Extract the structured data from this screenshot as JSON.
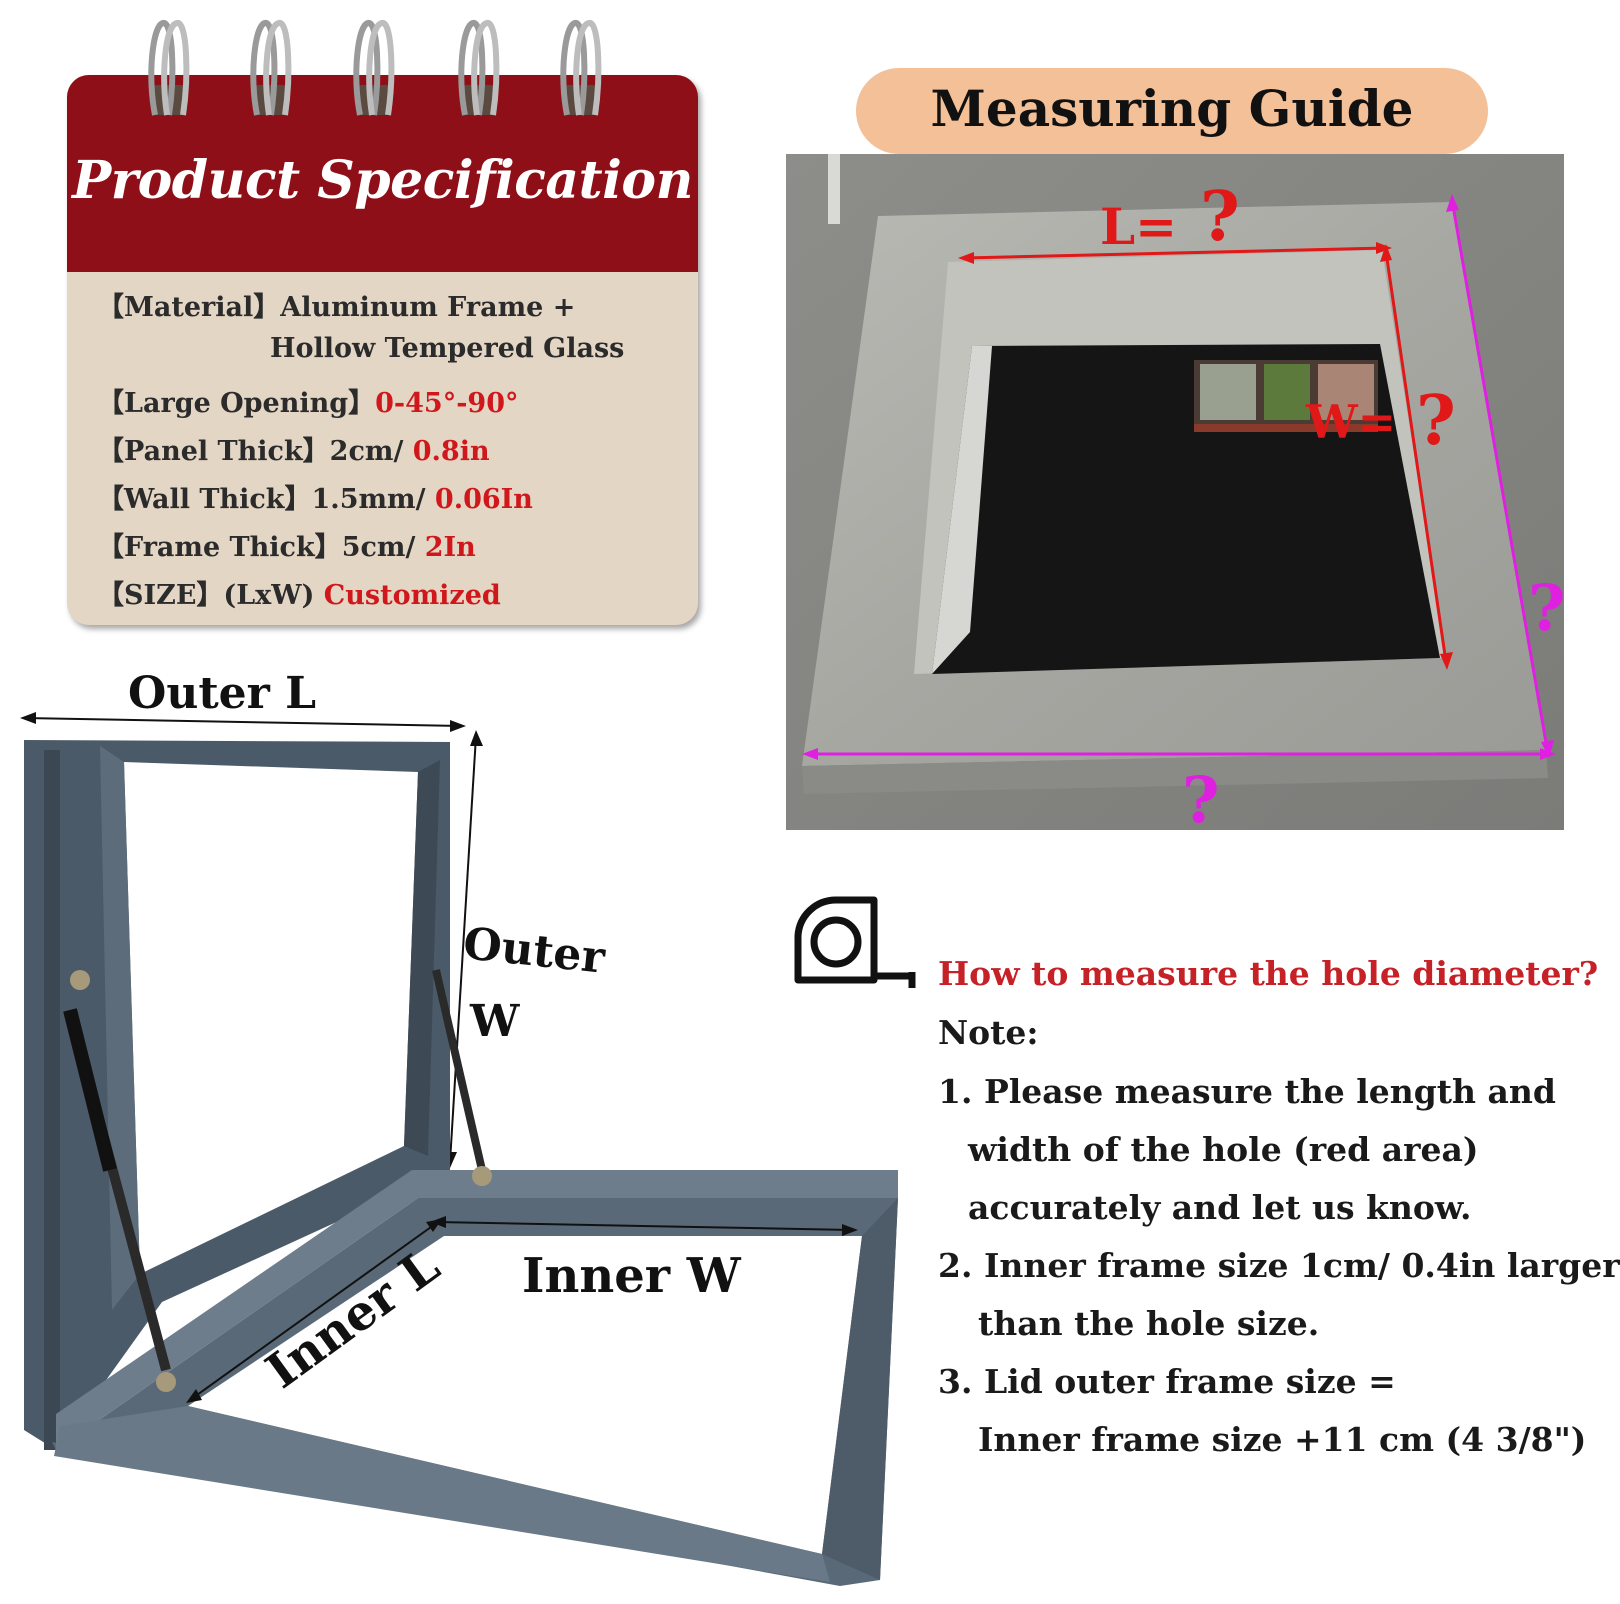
{
  "spec": {
    "title": "Product Specification",
    "rows": [
      {
        "label": "【Material】",
        "value": "Aluminum Frame +",
        "accent": ""
      },
      {
        "label": "",
        "value": "Hollow Tempered Glass",
        "accent": ""
      },
      {
        "label": "【Large Opening】",
        "value": "",
        "accent": "0-45°-90°"
      },
      {
        "label": "【Panel Thick】",
        "value": "2cm/",
        "accent": "0.8in"
      },
      {
        "label": "【Wall Thick】",
        "value": "1.5mm/",
        "accent": "0.06In"
      },
      {
        "label": "【Frame Thick】",
        "value": "5cm/",
        "accent": "2In"
      },
      {
        "label": "【SIZE】",
        "value": "(LxW)",
        "accent": "Customized"
      }
    ]
  },
  "guide": {
    "title": "Measuring Guide",
    "labels": {
      "length": "L=",
      "length_q": "?",
      "width": "W=",
      "width_q": "?",
      "outer_right_q": "?",
      "outer_bottom_q": "?"
    }
  },
  "frame": {
    "outer_l": "Outer L",
    "outer_w_1": "Outer",
    "outer_w_2": "W",
    "inner_w": "Inner W",
    "inner_l": "Inner L"
  },
  "notes": {
    "icon": "measuring-tape-icon",
    "question": "How to measure the hole diameter?",
    "note_label": "Note:",
    "lines": [
      "1. Please measure the length and",
      "width of the hole (red area)",
      "accurately and let us know.",
      "2. Inner frame size 1cm/ 0.4in larger",
      "than the hole size.",
      "3. Lid outer frame size =",
      "Inner frame size +11 cm (4 3/8\")"
    ]
  },
  "colors": {
    "spec_header": "#8e0f17",
    "spec_body": "#e3d6c5",
    "accent_red": "#d0181c",
    "guide_pill": "#f4c098",
    "magenta": "#e020e0",
    "frame_metal": "#4b5a68"
  }
}
